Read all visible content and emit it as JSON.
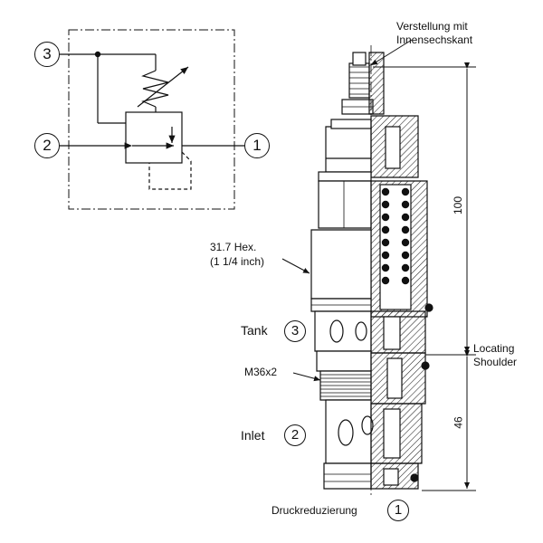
{
  "schematic": {
    "port_3": "3",
    "port_2": "2",
    "port_1": "1"
  },
  "labels": {
    "adjustment": [
      "Verstellung mit",
      "Innensechskant"
    ],
    "hex": [
      "31.7 Hex.",
      "(1 1/4 inch)"
    ],
    "tank": "Tank",
    "tank_port": "3",
    "thread": "M36x2",
    "inlet": "Inlet",
    "inlet_port": "2",
    "pressure_reducing": "Druckreduzierung",
    "pressure_reducing_port": "1",
    "locating": [
      "Locating",
      "Shoulder"
    ]
  },
  "dimensions": {
    "overall": "100",
    "lower": "46"
  }
}
